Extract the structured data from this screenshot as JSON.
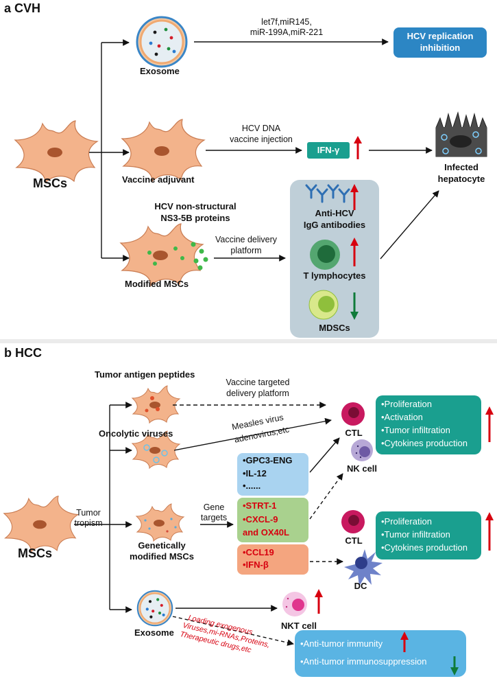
{
  "panel_a": {
    "title": "a CVH",
    "mscs": "MSCs",
    "exosome": "Exosome",
    "mirnas_line1": "let7f,miR145,",
    "mirnas_line2": "miR-199A,miR-221",
    "hcv_inhibition_line1": "HCV replication",
    "hcv_inhibition_line2": "inhibition",
    "vaccine_adjuvant": "Vaccine adjuvant",
    "dna_vaccine_line1": "HCV DNA",
    "dna_vaccine_line2": "vaccine injection",
    "ifn_gamma": "IFN-γ",
    "infected_line1": "Infected",
    "infected_line2": "hepatocyte",
    "ns_proteins_line1": "HCV non-structural",
    "ns_proteins_line2": "NS3-5B proteins",
    "delivery_line1": "Vaccine delivery",
    "delivery_line2": "platform",
    "modified_mscs": "Modified MSCs",
    "antibodies_line1": "Anti-HCV",
    "antibodies_line2": "IgG antibodies",
    "t_lymphocytes": "T lymphocytes",
    "mdscs": "MDSCs"
  },
  "panel_b": {
    "title": "b HCC",
    "mscs": "MSCs",
    "tropism_line1": "Tumor",
    "tropism_line2": "tropism",
    "tumor_antigen": "Tumor antigen peptides",
    "vaccine_targeted_line1": "Vaccine targeted",
    "vaccine_targeted_line2": "delivery platform",
    "oncolytic": "Oncolytic viruses",
    "measles_line1": "Measles virus",
    "measles_line2": "adenovirus,etc",
    "gm_line1": "Genetically",
    "gm_line2": "modified MSCs",
    "gene_targets_line1": "Gene",
    "gene_targets_line2": "targets",
    "blue_box": [
      "•GPC3-ENG",
      "•IL-12",
      "•......"
    ],
    "green_box": [
      "•STRT-1",
      "•CXCL-9",
      " and OX40L"
    ],
    "orange_box": [
      "•CCL19",
      "•IFN-β"
    ],
    "ctl_1": "CTL",
    "nk_cell": "NK cell",
    "ctl_2": "CTL",
    "dc": "DC",
    "effects_1": [
      "•Proliferation",
      "•Activation",
      "•Tumor infiltration",
      "•Cytokines production"
    ],
    "effects_2": [
      "•Proliferation",
      "•Tumor infiltration",
      "•Cytokines production"
    ],
    "exosome": "Exosome",
    "nkt_cell": "NKT cell",
    "loading_line1": "Loading exogenous",
    "loading_line2": "Viruses,mi-RNAs,Proteins,",
    "loading_line3": "Therapeutic drugs,etc",
    "immunity": [
      "•Anti-tumor immunity",
      "•Anti-tumor immunosuppression"
    ]
  },
  "colors": {
    "teal": "#1a9f8f",
    "blue_button": "#2c86c4",
    "light_blue": "#a9d3f0",
    "light_green": "#a9d18e",
    "orange": "#f4a57f",
    "gray_panel": "#bfcfd8",
    "up_arrow": "#d7000f",
    "down_arrow": "#0f7b3a",
    "cell": "#f3b38b"
  }
}
